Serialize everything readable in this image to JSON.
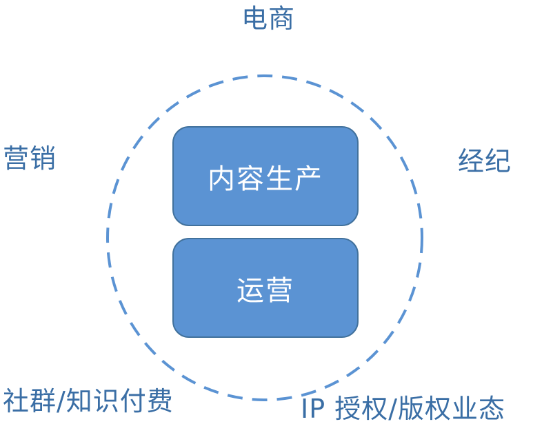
{
  "diagram": {
    "center_boxes": {
      "content_production": "内容生产",
      "operations": "运营"
    },
    "surrounding_labels": {
      "ecommerce": "电商",
      "marketing": "营销",
      "brokerage": "经纪",
      "community_paid_knowledge": "社群/知识付费",
      "ip_licensing": "IP 授权/版权业态"
    },
    "colors": {
      "box_fill": "#5b93d3",
      "box_border": "#41719c",
      "ring_stroke": "#5b93d3",
      "label_text": "#3a6ea5",
      "box_text": "#ffffff"
    }
  }
}
